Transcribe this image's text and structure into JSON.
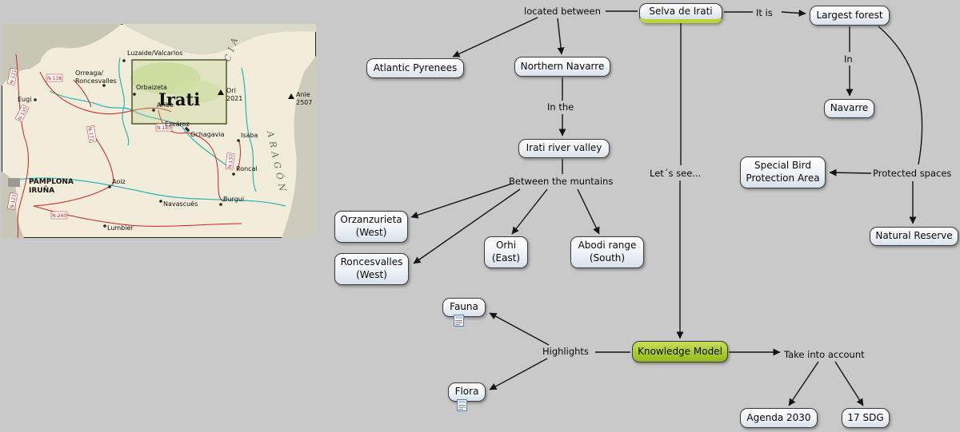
{
  "colors": {
    "canvas": "#c9c9c9",
    "selva_accent": "#b8d435",
    "knowledge_model_bg": "#a6c92d",
    "arrow": "#141414"
  },
  "map": {
    "area_label": "Irati",
    "city": {
      "line1": "PAMPLONA",
      "line2": "IRUÑA"
    },
    "regions": {
      "francia": "CIA",
      "aragon": "ARAGÓN"
    },
    "towns": [
      "Luzaide/Valcarlos",
      "Orreaga/",
      "Roncesvalles",
      "Eugi",
      "Orbaizeta",
      "Aribe",
      "Ezcároz",
      "Ochagavia",
      "Isaba",
      "Roncal",
      "Aoiz",
      "Navascués",
      "Burgui",
      "Lumbier"
    ],
    "peaks": [
      {
        "name": "Ori",
        "elevation": "2021"
      },
      {
        "name": "Anie",
        "elevation": "2507"
      }
    ],
    "roads": [
      "N-121",
      "N-138",
      "N-135",
      "N-172",
      "N-140",
      "N-137",
      "N-240",
      "N-121"
    ]
  },
  "concept_map": {
    "nodes": {
      "selva": "Selva de Irati",
      "largest_forest": "Largest forest",
      "atlantic_pyrenees": "Atlantic Pyrenees",
      "northern_navarre": "Northern Navarre",
      "navarre": "Navarre",
      "irati_river_valley": "Irati river valley",
      "special_bird": "Special Bird\nProtection Area",
      "natural_reserve": "Natural Reserve",
      "orzanzurieta": "Orzanzurieta\n(West)",
      "roncesvalles": "Roncesvalles\n(West)",
      "orhi": "Orhi\n(East)",
      "abodi": "Abodi range\n(South)",
      "fauna": "Fauna",
      "flora": "Flora",
      "knowledge_model": "Knowledge Model",
      "agenda_2030": "Agenda 2030",
      "sdg": "17 SDG"
    },
    "links": {
      "located_between": "located between",
      "it_is": "It is",
      "in": "In",
      "in_the": "In the",
      "between_the_muntains": "Between the muntains",
      "lets_see": "Let´s see...",
      "protected_spaces": "Protected spaces",
      "highlights": "Highlights",
      "take_into_account": "Take into account"
    }
  }
}
